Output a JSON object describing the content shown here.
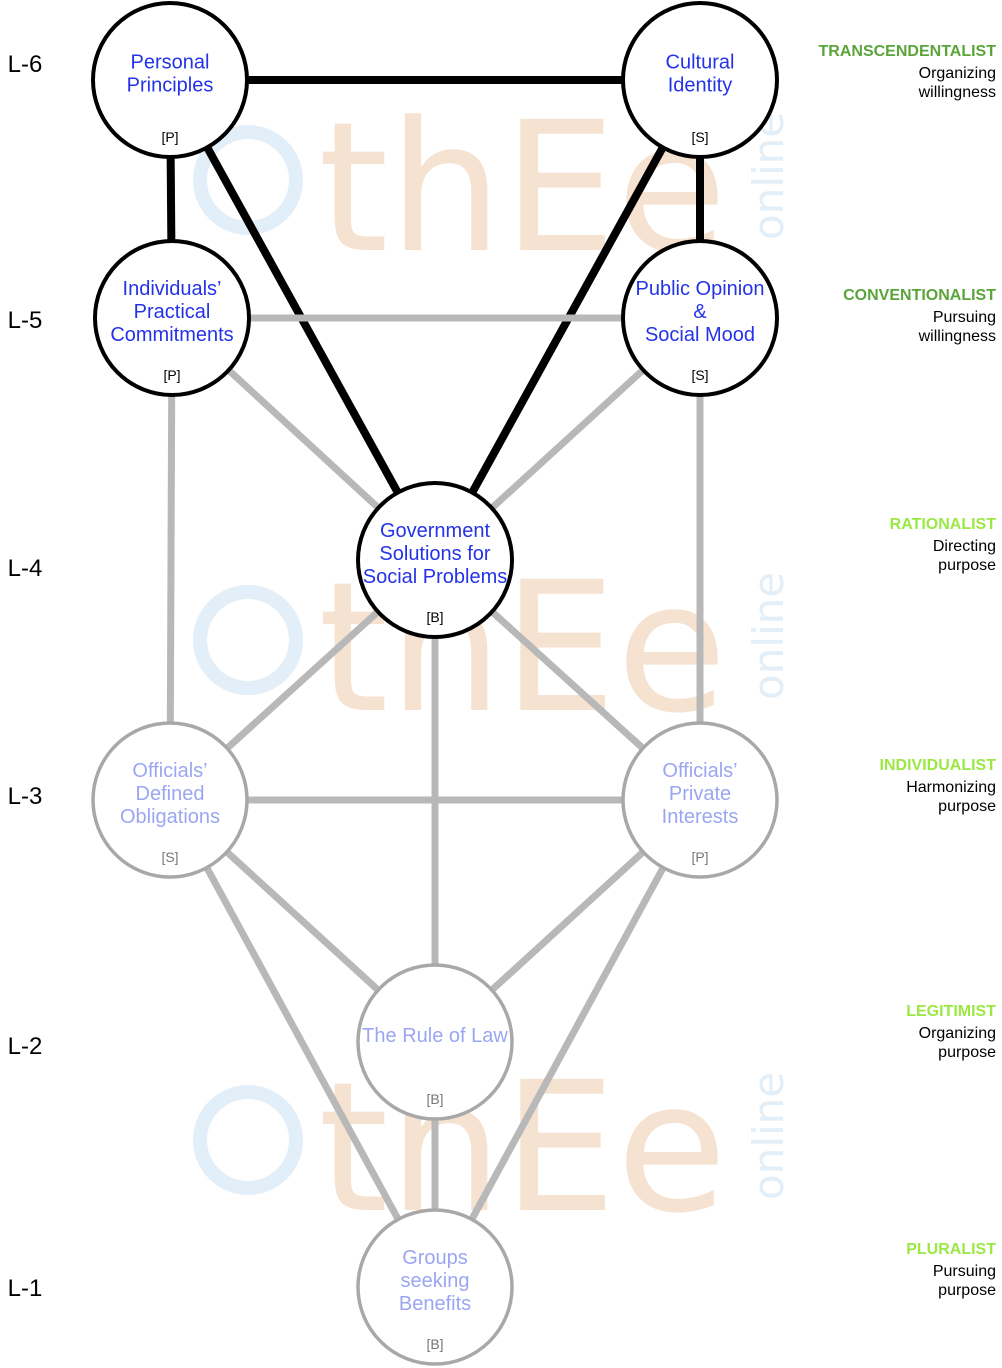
{
  "watermark": {
    "word_main": "thEe",
    "word_sub": "online",
    "main_color": "#f6e2d0",
    "head_color": "#e2eef8"
  },
  "colors": {
    "active_label": "#2433e6",
    "inactive_label": "#9aa6f2",
    "strong_edge": "#000000",
    "weak_edge": "#b8b8b8",
    "inactive_stroke": "#a8a8a8",
    "level_label": "#000000",
    "tag_active": "#000000",
    "tag_inactive": "#777777"
  },
  "levels": [
    {
      "id": "L6",
      "label": "L-6",
      "type": "TRANSCENDENTALIST",
      "type_color": "#5aa43a",
      "desc1": "Organizing",
      "desc2": "willingness"
    },
    {
      "id": "L5",
      "label": "L-5",
      "type": "CONVENTIONALIST",
      "type_color": "#5aa43a",
      "desc1": "Pursuing",
      "desc2": "willingness"
    },
    {
      "id": "L4",
      "label": "L-4",
      "type": "RATIONALIST",
      "type_color": "#9be845",
      "desc1": "Directing",
      "desc2": "purpose"
    },
    {
      "id": "L3",
      "label": "L-3",
      "type": "INDIVIDUALIST",
      "type_color": "#9be845",
      "desc1": "Harmonizing",
      "desc2": "purpose"
    },
    {
      "id": "L2",
      "label": "L-2",
      "type": "LEGITIMIST",
      "type_color": "#9be845",
      "desc1": "Organizing",
      "desc2": "purpose"
    },
    {
      "id": "L1",
      "label": "L-1",
      "type": "PLURALIST",
      "type_color": "#9be845",
      "desc1": "Pursuing",
      "desc2": "purpose"
    }
  ],
  "nodes": [
    {
      "id": "personal",
      "lines": [
        "Personal",
        "Principles"
      ],
      "tag": "[P]",
      "active": true
    },
    {
      "id": "cultural",
      "lines": [
        "Cultural",
        "Identity"
      ],
      "tag": "[S]",
      "active": true
    },
    {
      "id": "individuals",
      "lines": [
        "Individuals’",
        "Practical",
        "Commitments"
      ],
      "tag": "[P]",
      "active": true
    },
    {
      "id": "public",
      "lines": [
        "Public Opinion",
        "&",
        "Social Mood"
      ],
      "tag": "[S]",
      "active": true
    },
    {
      "id": "government",
      "lines": [
        "Government",
        "Solutions for",
        "Social Problems"
      ],
      "tag": "[B]",
      "active": true
    },
    {
      "id": "officials-defined",
      "lines": [
        "Officials’",
        "Defined",
        "Obligations"
      ],
      "tag": "[S]",
      "active": false
    },
    {
      "id": "officials-private",
      "lines": [
        "Officials’",
        "Private",
        "Interests"
      ],
      "tag": "[P]",
      "active": false
    },
    {
      "id": "rule-of-law",
      "lines": [
        "The Rule of Law"
      ],
      "tag": "[B]",
      "active": false
    },
    {
      "id": "groups",
      "lines": [
        "Groups",
        "seeking",
        "Benefits"
      ],
      "tag": "[B]",
      "active": false
    }
  ],
  "edges": [
    {
      "from": "personal",
      "to": "cultural",
      "strong": true
    },
    {
      "from": "personal",
      "to": "individuals",
      "strong": true
    },
    {
      "from": "cultural",
      "to": "public",
      "strong": true
    },
    {
      "from": "personal",
      "to": "government",
      "strong": true
    },
    {
      "from": "cultural",
      "to": "government",
      "strong": true
    },
    {
      "from": "individuals",
      "to": "public",
      "strong": false
    },
    {
      "from": "individuals",
      "to": "government",
      "strong": false
    },
    {
      "from": "public",
      "to": "government",
      "strong": false
    },
    {
      "from": "individuals",
      "to": "officials-defined",
      "strong": false
    },
    {
      "from": "public",
      "to": "officials-private",
      "strong": false
    },
    {
      "from": "government",
      "to": "officials-defined",
      "strong": false
    },
    {
      "from": "government",
      "to": "officials-private",
      "strong": false
    },
    {
      "from": "government",
      "to": "rule-of-law",
      "strong": false
    },
    {
      "from": "officials-defined",
      "to": "officials-private",
      "strong": false
    },
    {
      "from": "officials-defined",
      "to": "rule-of-law",
      "strong": false
    },
    {
      "from": "officials-private",
      "to": "rule-of-law",
      "strong": false
    },
    {
      "from": "officials-defined",
      "to": "groups",
      "strong": false
    },
    {
      "from": "officials-private",
      "to": "groups",
      "strong": false
    },
    {
      "from": "rule-of-law",
      "to": "groups",
      "strong": false
    }
  ]
}
